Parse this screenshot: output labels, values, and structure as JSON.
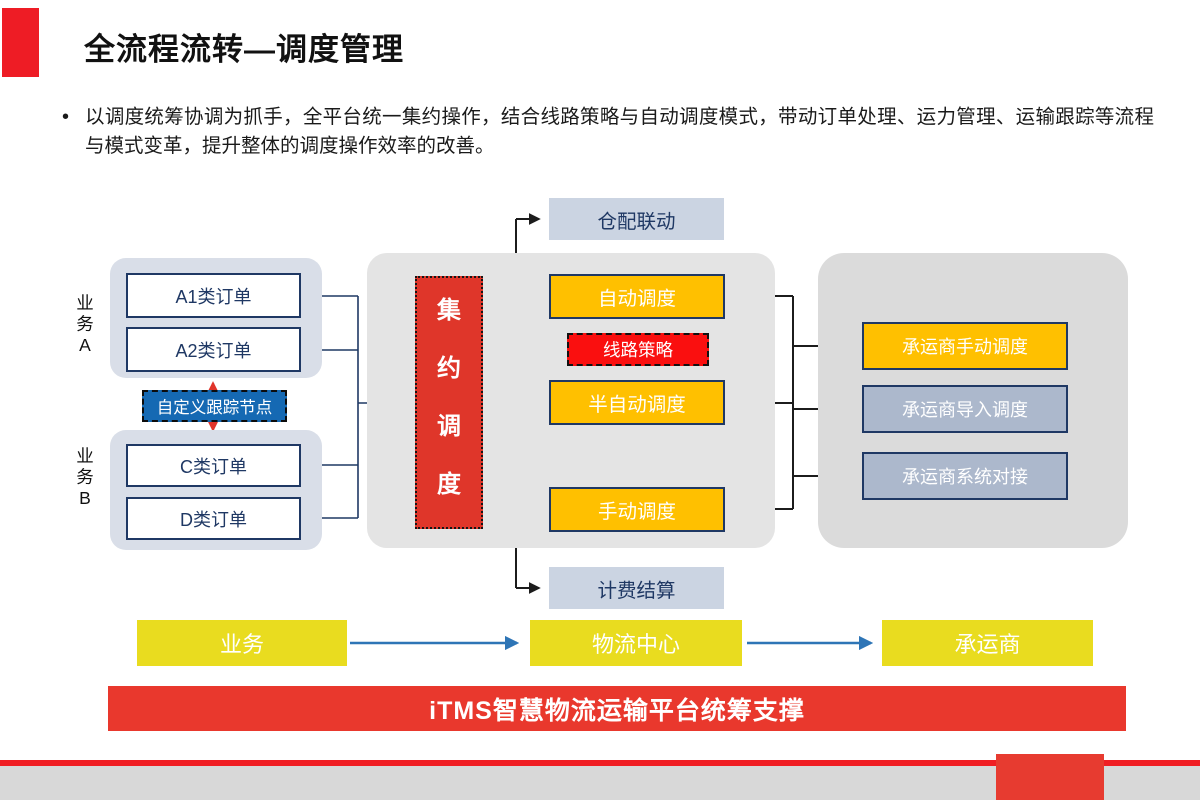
{
  "colors": {
    "accent_red": "#EE1C25",
    "banner_red": "#E9382D",
    "box_orange": "#FFC000",
    "strategy_red": "#FA0F0F",
    "central_red": "#DF362A",
    "node_blue": "#1569B3",
    "navy_border": "#1F3864",
    "bluegray_box": "#ACB8CC",
    "lightblue_box": "#CBD4E2",
    "container_bluegray": "#D9DEE8",
    "container_gray": "#E4E4E4",
    "flow_yellow": "#E9DC1F",
    "flow_arrow_blue": "#2E75B6"
  },
  "slide": {
    "title": "全流程流转—调度管理",
    "bullet_marker": "•",
    "bullet_text": "以调度统筹协调为抓手，全平台统一集约操作，结合线路策略与自动调度模式，带动订单处理、运力管理、运输跟踪等流程与模式变革，提升整体的调度操作效率的改善。"
  },
  "diagram": {
    "business_a_label": "业务A",
    "business_b_label": "业务B",
    "orders_a": [
      "A1类订单",
      "A2类订单"
    ],
    "orders_b": [
      "C类订单",
      "D类订单"
    ],
    "tracking_node": "自定义跟踪节点",
    "central_dispatch": "集约调度",
    "warehouse_link": "仓配联动",
    "auto_dispatch": "自动调度",
    "route_strategy": "线路策略",
    "semi_auto_dispatch": "半自动调度",
    "manual_dispatch": "手动调度",
    "billing": "计费结算",
    "carrier_boxes": [
      "承运商手动调度",
      "承运商导入调度",
      "承运商系统对接"
    ]
  },
  "flow": {
    "business": "业务",
    "logistics_center": "物流中心",
    "carrier": "承运商",
    "banner": "iTMS智慧物流运输平台统筹支撑"
  }
}
